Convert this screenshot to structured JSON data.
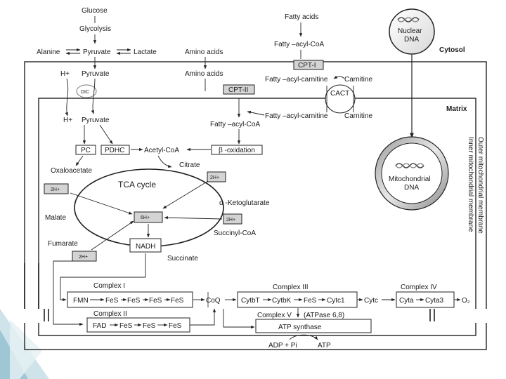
{
  "labels": {
    "glucose": "Glucose",
    "glycolysis": "Glycolysis",
    "alanine": "Alanine",
    "pyruvate": "Pyruvate",
    "lactate": "Lactate",
    "amino_acids": "Amino acids",
    "fatty_acids": "Fatty acids",
    "fatty_acyl_coa": "Fatty –acyl-CoA",
    "nuclear_dna": [
      "Nuclear",
      "DNA"
    ],
    "cytosol": "Cytosol",
    "cpt1": "CPT-I",
    "h_plus": "H+",
    "dic": "DIC",
    "fatty_acyl_carnitine": "Fatty –acyl-carnitine",
    "carnitine": "Carnitine",
    "cact": "CACT",
    "cpt2": "CPT-II",
    "matrix": "Matrix",
    "fatty_acyl_coa_matrix": "Fatty –acyl-CoA",
    "pc": "PC",
    "pdhc": "PDHC",
    "acetyl_coa": "Acetyl-CoA",
    "beta_oxidation": "β -oxidation",
    "oxaloacetate": "Oxaloacetate",
    "citrate": "Citrate",
    "two_h": "2H+",
    "tca_cycle": "TCA cycle",
    "alpha_kg": "α -Ketoglutarate",
    "malate": "Malate",
    "six_h": "6H+",
    "succinyl_coa": "Succinyl-CoA",
    "fumarate": "Fumarate",
    "nadh": "NADH",
    "succinate": "Succinate",
    "mito_dna": [
      "Mitochondrial",
      "DNA"
    ],
    "outer_membrane": "Outer mitochondrial membrane",
    "inner_membrane": "Inner mitochondrial membrane",
    "complex1": "Complex I",
    "fmn": "FMN",
    "fes": "FeS",
    "coq": "CoQ",
    "complex3": "Complex III",
    "cytob": "CytbT",
    "cytbk": "CytbK",
    "cytc1": "Cytc1",
    "cytc": "Cytc",
    "complex4": "Complex IV",
    "cyta": "Cyta",
    "cyta3": "Cyta3",
    "o2": "O₂",
    "complex2": "Complex II",
    "fad": "FAD",
    "complex5": "Complex V",
    "atpase": "(ATPase 6,8)",
    "atp_synthase": "ATP synthase",
    "adp_pi": "ADP + Pi",
    "atp": "ATP"
  }
}
